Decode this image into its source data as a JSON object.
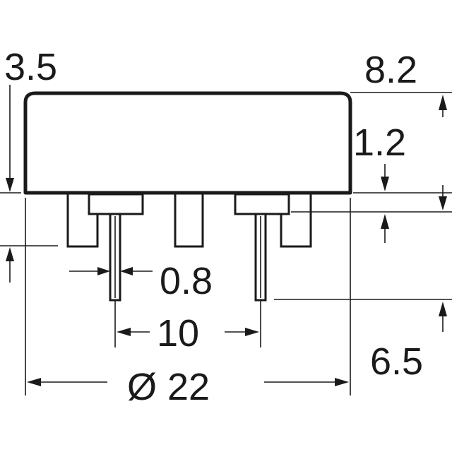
{
  "dimensions": {
    "housing_height": "3.5",
    "overall_height": "8.2",
    "pad_height": "1.2",
    "pin_width": "0.8",
    "pin_spacing": "10",
    "diameter": "Ø 22",
    "pin_length": "6.5"
  },
  "colors": {
    "line": "#1a1a1a",
    "background": "#ffffff"
  }
}
